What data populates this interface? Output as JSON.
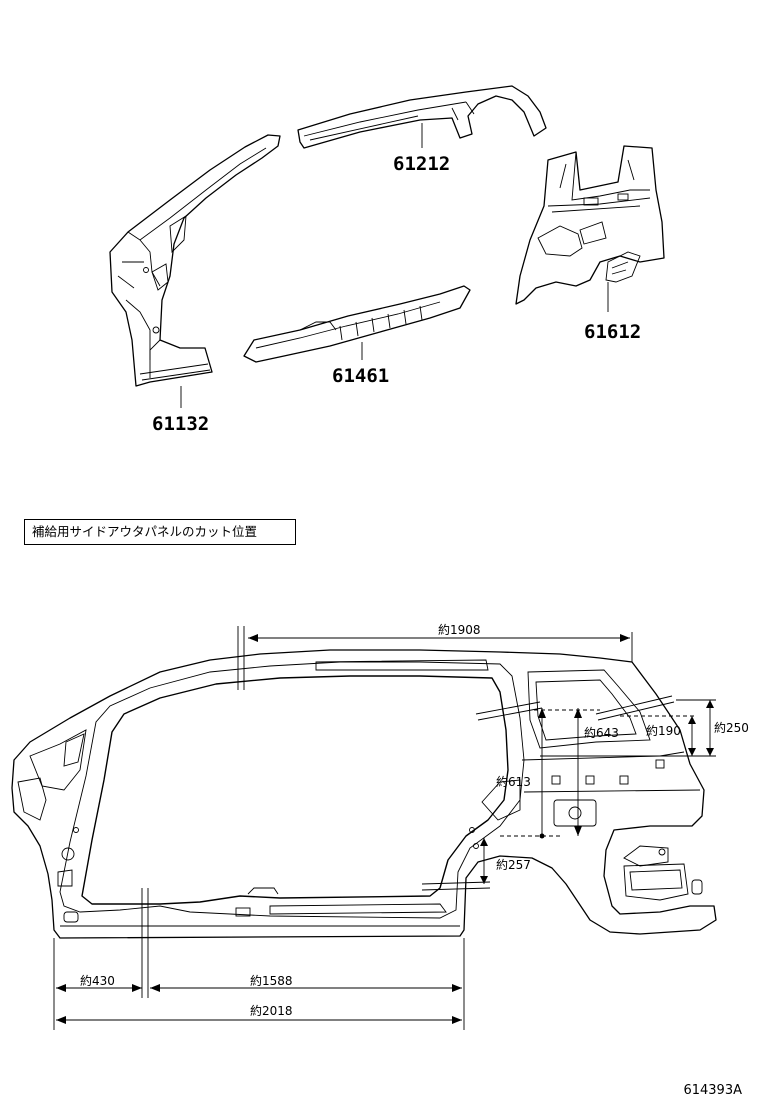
{
  "parts": {
    "p61212": "61212",
    "p61612": "61612",
    "p61461": "61461",
    "p61132": "61132"
  },
  "section_title": "補給用サイドアウタパネルのカット位置",
  "dimensions": {
    "d1908": "約1908",
    "d643": "約643",
    "d190": "約190",
    "d250": "約250",
    "d613": "約613",
    "d257": "約257",
    "d430": "約430",
    "d1588": "約1588",
    "d2018": "約2018"
  },
  "drawing_code": "614393A"
}
